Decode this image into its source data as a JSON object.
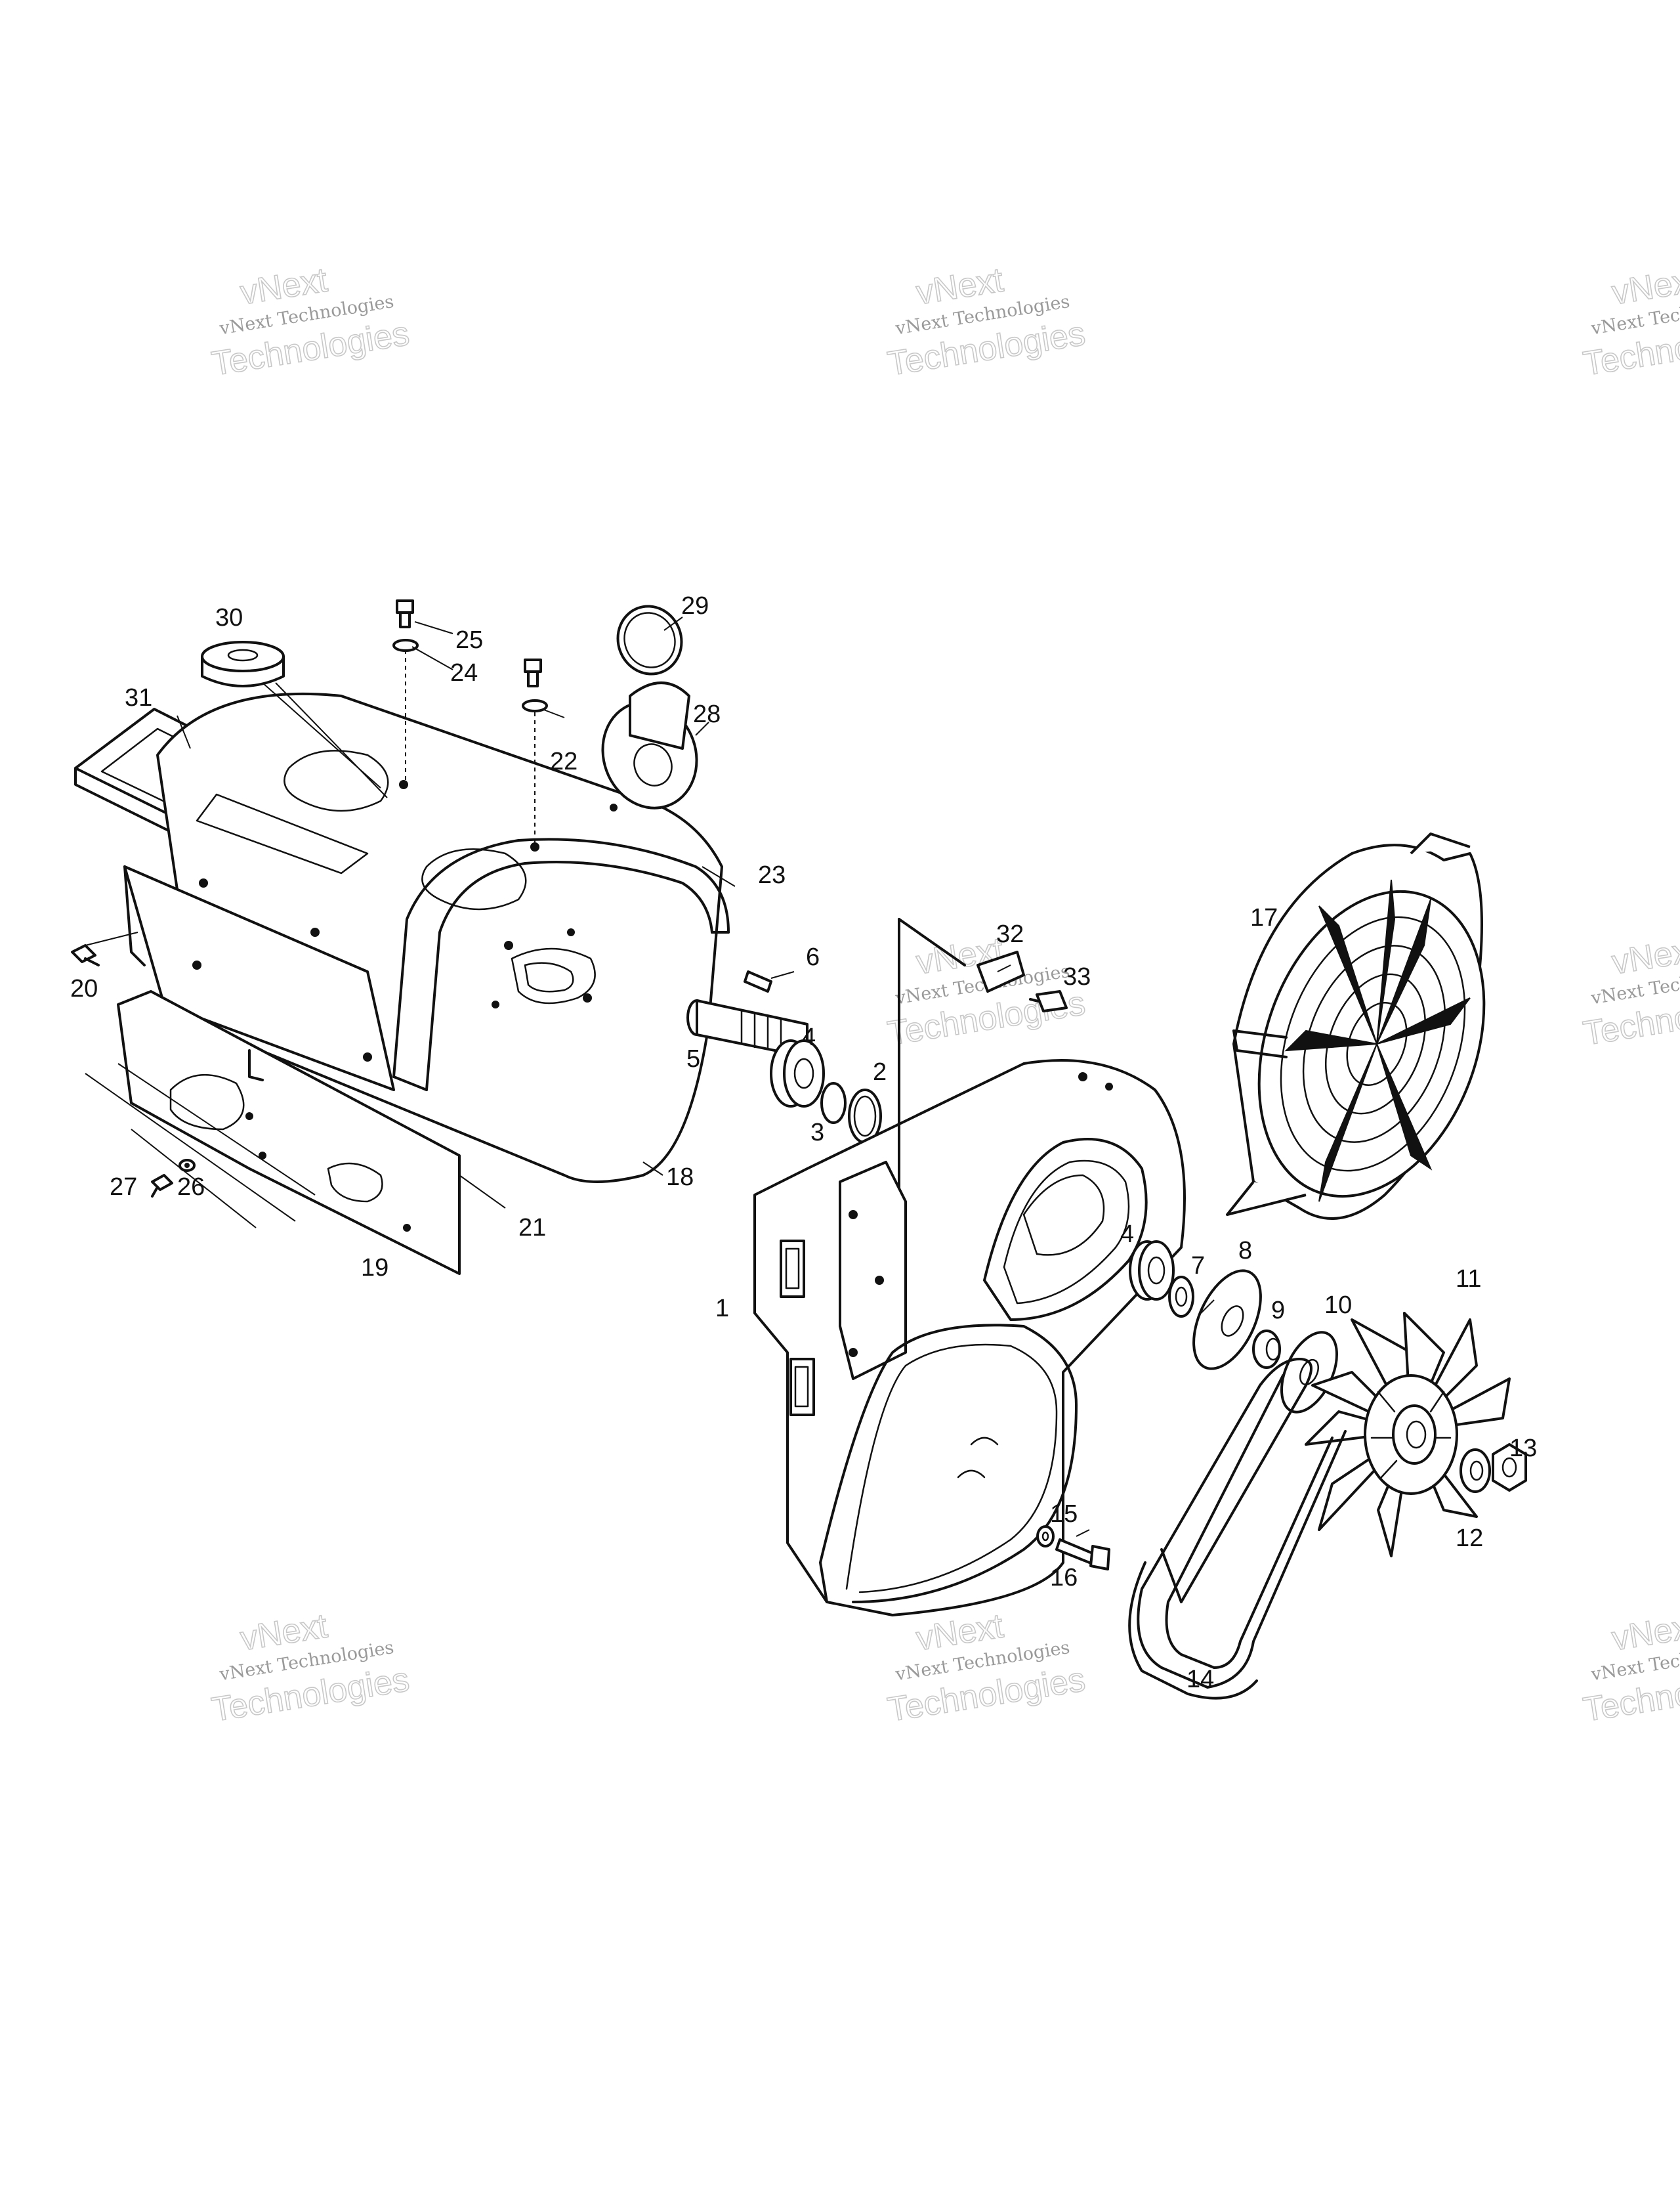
{
  "watermark": {
    "brand": "vNext",
    "company": "vNext Technologies",
    "word": "Technologies"
  },
  "callouts": [
    "1",
    "2",
    "3",
    "4",
    "4",
    "5",
    "6",
    "7",
    "8",
    "9",
    "10",
    "11",
    "12",
    "13",
    "14",
    "15",
    "16",
    "17",
    "18",
    "19",
    "20",
    "21",
    "22",
    "23",
    "24",
    "25",
    "26",
    "27",
    "28",
    "29",
    "30",
    "31",
    "32",
    "33"
  ]
}
